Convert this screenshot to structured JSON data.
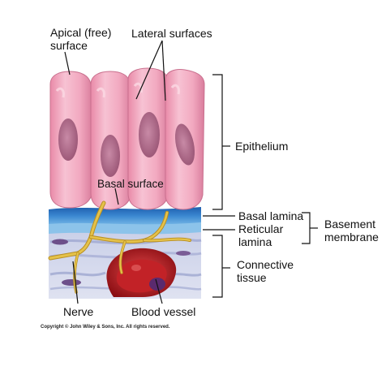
{
  "labels": {
    "apical_line1": "Apical (free)",
    "apical_line2": "surface",
    "lateral": "Lateral surfaces",
    "epithelium": "Epithelium",
    "basal_surface": "Basal surface",
    "basal_lamina": "Basal lamina",
    "reticular_line1": "Reticular",
    "reticular_line2": "lamina",
    "basement_line1": "Basement",
    "basement_line2": "membrane",
    "connective_line1": "Connective",
    "connective_line2": "tissue",
    "nerve": "Nerve",
    "blood_vessel": "Blood vessel"
  },
  "copyright": "Copyright © John Wiley & Sons, Inc. All rights reserved.",
  "colors": {
    "cell_pink": "#f2a9c0",
    "cell_edge": "#c9708e",
    "nucleus": "#b46a8a",
    "basal_lamina_blue": "#2f74c4",
    "reticular_blue": "#5aa2dc",
    "connective_bg": "#d8dcef",
    "nerve_yellow": "#d9b23a",
    "blood_red": "#b3151a"
  }
}
